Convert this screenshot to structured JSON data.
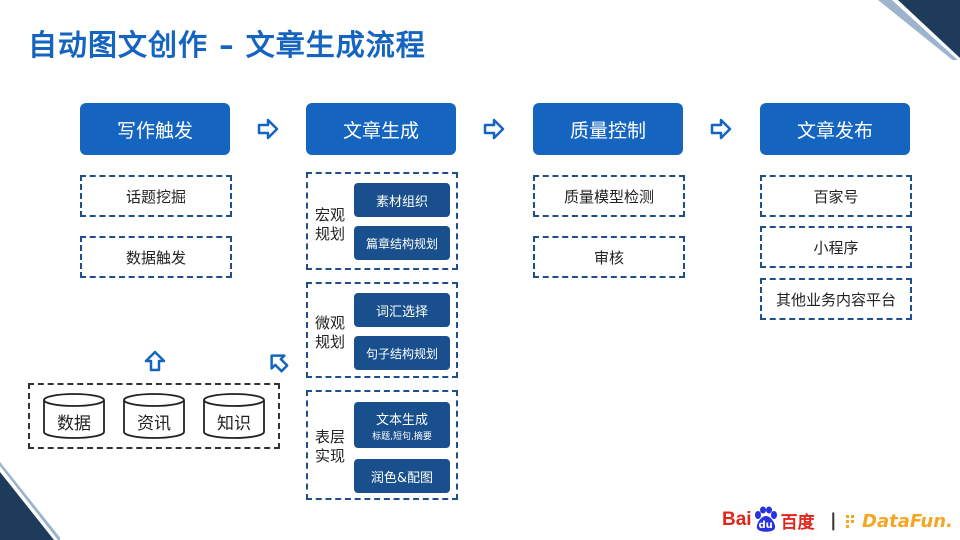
{
  "title": "自动图文创作 – 文章生成流程",
  "stages": [
    {
      "label": "写作触发"
    },
    {
      "label": "文章生成"
    },
    {
      "label": "质量控制"
    },
    {
      "label": "文章发布"
    }
  ],
  "trigger_items": [
    "话题挖掘",
    "数据触发"
  ],
  "data_sources": [
    "数据",
    "资讯",
    "知识"
  ],
  "generation_groups": [
    {
      "label": "宏观规划",
      "items": [
        {
          "text": "素材组织"
        },
        {
          "text": "篇章结构规划"
        }
      ]
    },
    {
      "label": "微观规划",
      "items": [
        {
          "text": "词汇选择"
        },
        {
          "text": "句子结构规划"
        }
      ]
    },
    {
      "label": "表层实现",
      "items": [
        {
          "text": "文本生成",
          "sub": "标题,短句,摘要"
        },
        {
          "text": "润色&配图"
        }
      ]
    }
  ],
  "quality_items": [
    "质量模型检测",
    "审核"
  ],
  "publish_items": [
    "百家号",
    "小程序",
    "其他业务内容平台"
  ],
  "logos": {
    "baidu_left": "Bai",
    "baidu_paw": "du",
    "baidu_right": "百度",
    "separator": "|",
    "datafun": "DataFun."
  },
  "colors": {
    "primary": "#1565c0",
    "dark": "#1a4f8e",
    "corner": "#1f3b5c"
  }
}
